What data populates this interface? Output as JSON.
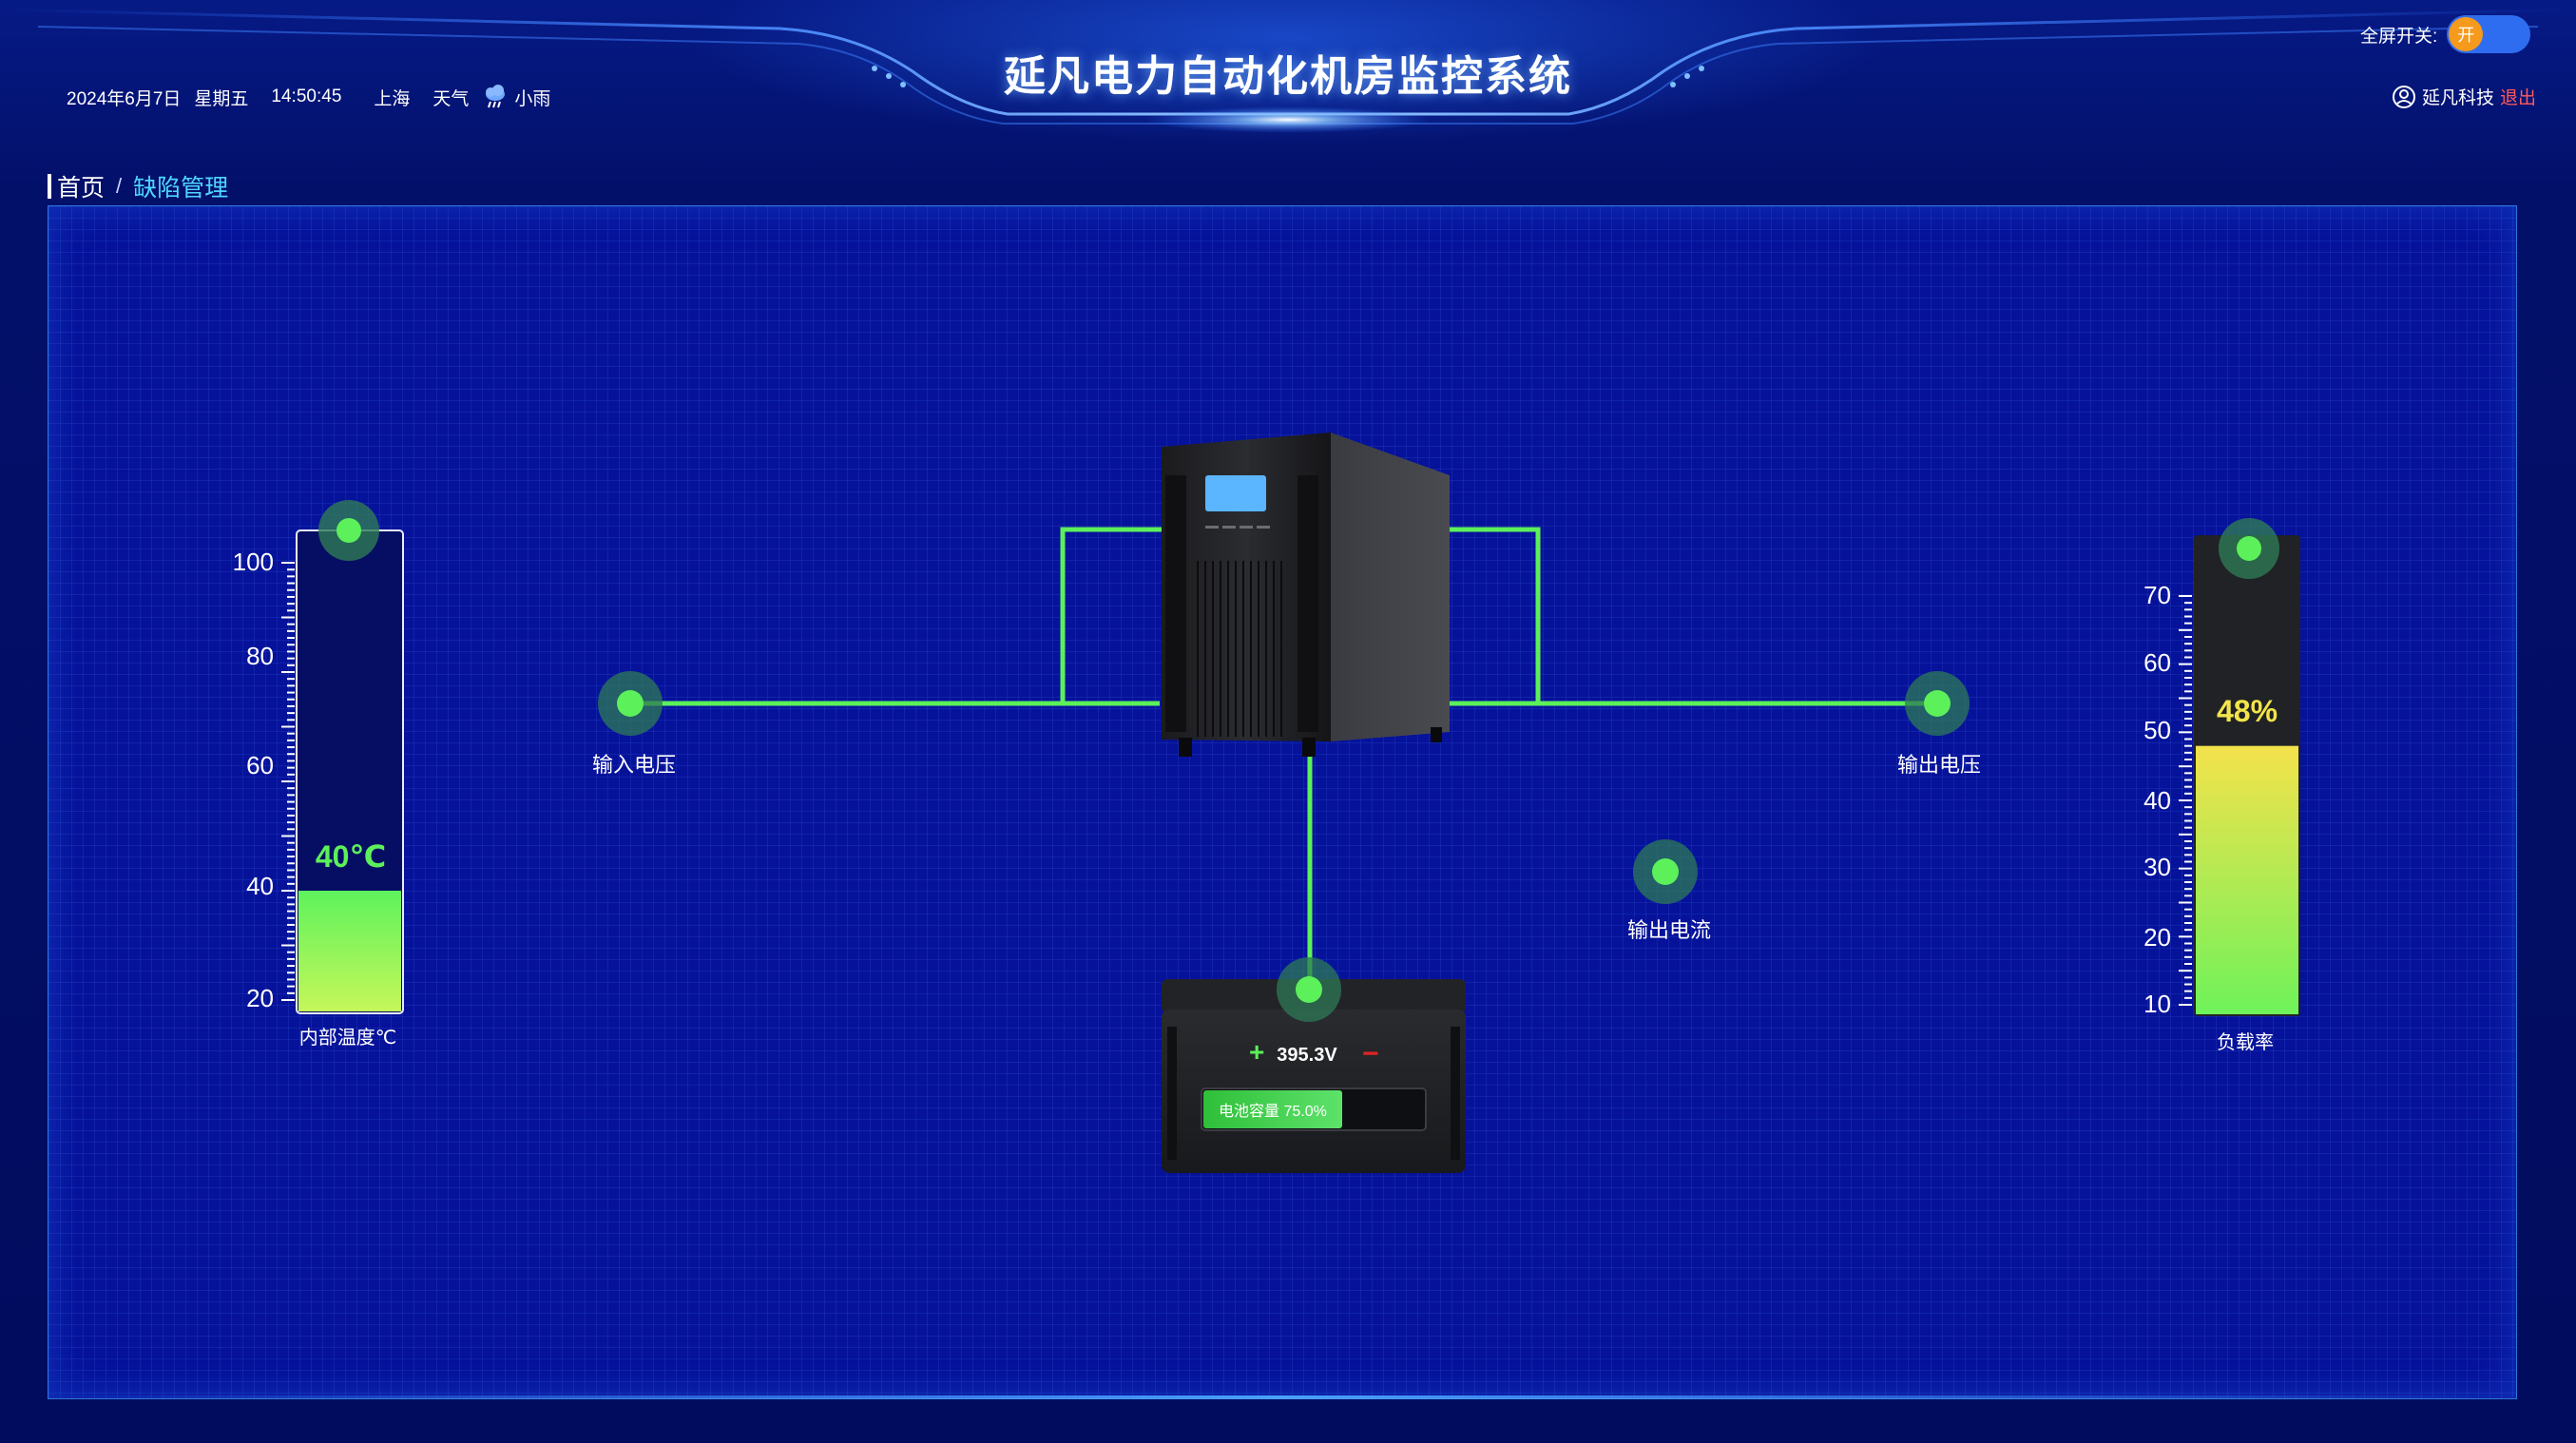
{
  "header": {
    "title": "延凡电力自动化机房监控系统",
    "date": "2024年6月7日",
    "weekday": "星期五",
    "time": "14:50:45",
    "city": "上海",
    "weather_label": "天气",
    "weather_icon": "rain-cloud-icon",
    "weather": "小雨",
    "fullscreen_label": "全屏开关:",
    "fullscreen_state": "开",
    "username": "延凡科技",
    "logout": "退出"
  },
  "breadcrumb": {
    "home": "首页",
    "separator": "/",
    "current": "缺陷管理"
  },
  "colors": {
    "accent_green": "#5cf05a",
    "accent_yellow": "#f2e44a",
    "panel_bg": "#06129a",
    "logout_red": "#ff5a5a",
    "breadcrumb_cyan": "#4fd6ff"
  },
  "diagram": {
    "input_voltage_label": "输入电压",
    "output_voltage_label": "输出电压",
    "output_current_label": "输出电流",
    "battery": {
      "plus": "+",
      "minus": "−",
      "voltage": "395.3V",
      "capacity_label": "电池容量 75.0%",
      "capacity_fraction": 0.75
    }
  },
  "gauges": {
    "temperature": {
      "label": "内部温度℃",
      "value_text": "40℃",
      "value": 40,
      "min": 20,
      "max": 100,
      "tick_labels": [
        "100",
        "80",
        "60",
        "40",
        "20"
      ]
    },
    "load": {
      "label": "负载率",
      "value_text": "48%",
      "value": 48,
      "min": 10,
      "max": 70,
      "tick_labels": [
        "70",
        "60",
        "50",
        "40",
        "30",
        "20",
        "10"
      ]
    }
  }
}
